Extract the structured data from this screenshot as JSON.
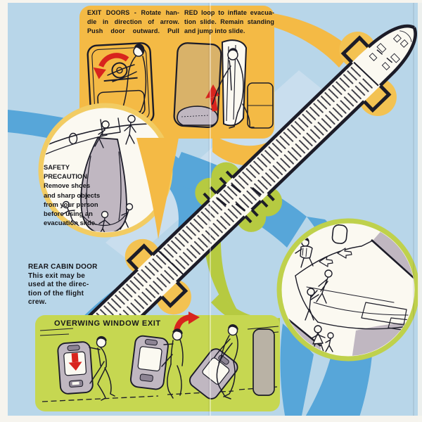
{
  "document": {
    "kind": "airline safety card panel",
    "subject": "emergency exits and evacuation slide instructions"
  },
  "colors": {
    "bg": "#b8d6e9",
    "blue": "#57a6d9",
    "pale": "#cbdfee",
    "orange": "#f4ba45",
    "orange_circle": "#f3c252",
    "green_panel": "#c6d751",
    "green_circle": "#b6ca41",
    "ring_yellow": "#f2cc63",
    "ring_green": "#bfd14c",
    "red": "#d8241d",
    "ink": "#1c1c28",
    "paper": "#fbf9f1",
    "gray": "#c0b7c1",
    "gray_dark": "#8d8494",
    "tan": "#d9b269",
    "seat_tan": "#b9b2a5",
    "margin": "#f6f4ee",
    "text": "#16161b"
  },
  "texts": {
    "exit_doors": {
      "lines": [
        "EXIT DOORS - Rotate han-",
        "dle in direction of arrow.",
        "Push door outward.  Pull"
      ]
    },
    "red_loop": {
      "lines": [
        "RED loop to inflate evacua-",
        "tion slide. Remain standing",
        "and jump into slide."
      ]
    },
    "safety_precaution": {
      "lines": [
        "SAFETY",
        "PRECAUTION",
        "Remove shoes",
        "and sharp objects",
        "from your person",
        "before using an",
        "evacuation slide."
      ]
    },
    "rear_cabin_door": {
      "lines": [
        "REAR CABIN DOOR",
        "This exit may be",
        "used at the direc-",
        "tion of the flight",
        "crew."
      ]
    },
    "overwing": {
      "title": "OVERWING WINDOW EXIT"
    }
  }
}
